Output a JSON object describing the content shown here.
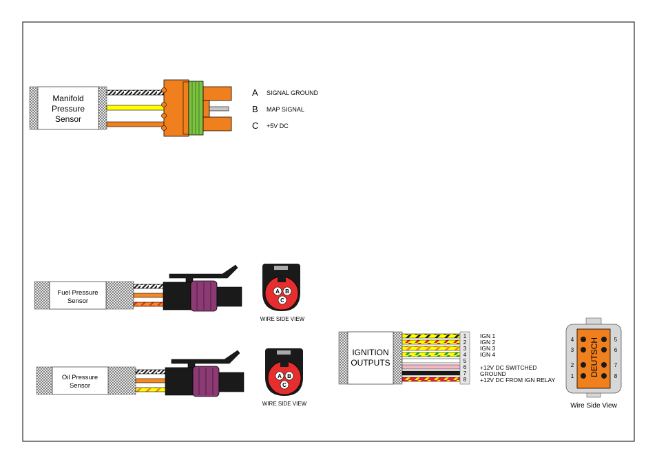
{
  "colors": {
    "orange": "#f07f1e",
    "green": "#7cc242",
    "purple": "#8c3a74",
    "black": "#1a1a1a",
    "white": "#ffffff",
    "yellow": "#ffff00",
    "red": "#e3242b",
    "pink": "#f7b8c6",
    "wire_orange": "#f48a21",
    "wire_green": "#15a04a",
    "deutsch_body": "#f07f1e",
    "deutsch_shell": "#d7d7d7",
    "sensor_cap": "#e62e2e"
  },
  "map_sensor": {
    "label_lines": [
      "Manifold",
      "Pressure",
      "Sensor"
    ],
    "pins": [
      {
        "letter": "A",
        "desc": "SIGNAL GROUND"
      },
      {
        "letter": "B",
        "desc": "MAP SIGNAL"
      },
      {
        "letter": "C",
        "desc": "+5V DC"
      }
    ]
  },
  "fuel_sensor": {
    "label_lines": [
      "Fuel Pressure",
      "Sensor"
    ],
    "view_label": "WIRE SIDE VIEW",
    "pin_letters": [
      "A",
      "B",
      "C"
    ]
  },
  "oil_sensor": {
    "label_lines": [
      "Oil Pressure",
      "Sensor"
    ],
    "view_label": "WIRE SIDE VIEW",
    "pin_letters": [
      "A",
      "B",
      "C"
    ]
  },
  "ignition": {
    "label_lines": [
      "IGNITION",
      "OUTPUTS"
    ],
    "pins": [
      {
        "num": "1",
        "desc": "IGN 1"
      },
      {
        "num": "2",
        "desc": "IGN 2"
      },
      {
        "num": "3",
        "desc": "IGN 3"
      },
      {
        "num": "4",
        "desc": "IGN 4"
      },
      {
        "num": "5",
        "desc": ""
      },
      {
        "num": "6",
        "desc": "+12V DC SWITCHED"
      },
      {
        "num": "7",
        "desc": "GROUND"
      },
      {
        "num": "8",
        "desc": "+12V DC FROM IGN RELAY"
      }
    ]
  },
  "deutsch": {
    "brand": "DEUTSCH",
    "left_numbers": [
      "4",
      "3",
      "2",
      "1"
    ],
    "right_numbers": [
      "5",
      "6",
      "7",
      "8"
    ],
    "view_label": "Wire Side View"
  }
}
